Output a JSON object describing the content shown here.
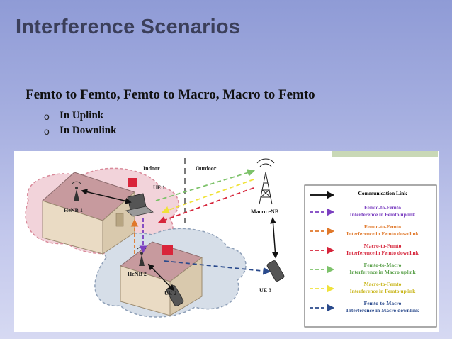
{
  "slide": {
    "title": "Interference Scenarios",
    "heading": "Femto to Femto, Femto to Macro, Macro to Femto",
    "bullets": [
      {
        "marker": "o",
        "text": "In Uplink"
      },
      {
        "marker": "o",
        "text": "In Downlink"
      }
    ]
  },
  "diagram": {
    "indoor": "Indoor",
    "outdoor": "Outdoor",
    "henb1": "HeNB 1",
    "henb2": "HeNB 2",
    "ue1": "UE 1",
    "ue2": "UE 2",
    "ue3": "UE 3",
    "macro_enb": "Macro eNB",
    "legend": [
      {
        "line1": "Communication Link",
        "line2": "",
        "color": "#000000",
        "text_color": "#000000",
        "arrow": "solid"
      },
      {
        "line1": "Femto-to-Femto",
        "line2": "Interference in Femto uplink",
        "color": "#7b3fc0",
        "text_color": "#7b3fc0",
        "arrow": "dash"
      },
      {
        "line1": "Femto-to-Femto",
        "line2": "Interference in Femto downlink",
        "color": "#e0782a",
        "text_color": "#e0782a",
        "arrow": "dash"
      },
      {
        "line1": "Macro-to-Femto",
        "line2": "Interference in Femto downlink",
        "color": "#d6243a",
        "text_color": "#d6243a",
        "arrow": "dash"
      },
      {
        "line1": "Femto-to-Macro",
        "line2": "Interference in Macro uplink",
        "color": "#7dc26a",
        "text_color": "#5aa04a",
        "arrow": "dash"
      },
      {
        "line1": "Macro-to-Femto",
        "line2": "Interference in Femto uplink",
        "color": "#f0e23a",
        "text_color": "#c9b61c",
        "arrow": "dash"
      },
      {
        "line1": "Femto-to-Macro",
        "line2": "Interference in Macro downlink",
        "color": "#2a4a8c",
        "text_color": "#2a4a8c",
        "arrow": "dash"
      }
    ]
  }
}
